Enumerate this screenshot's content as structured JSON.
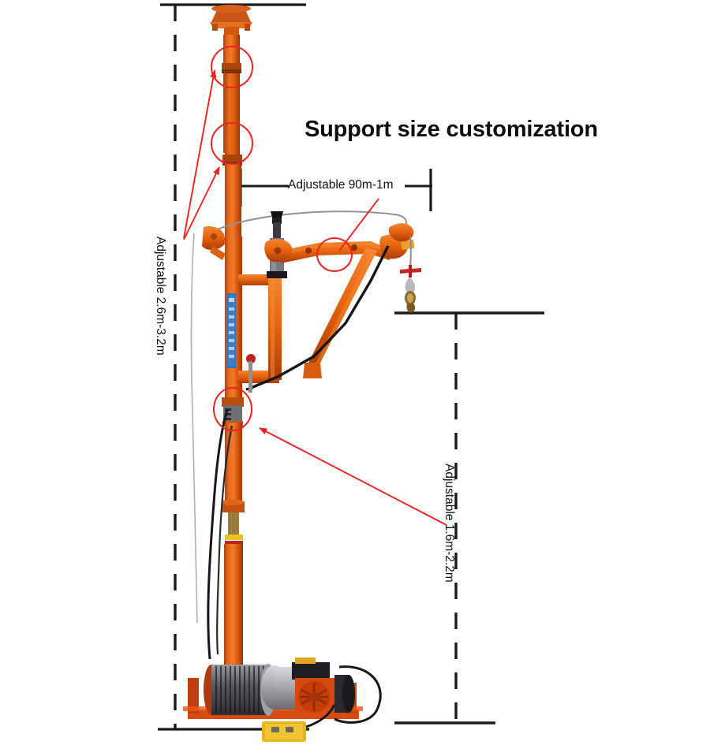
{
  "diagram": {
    "title": "Support size customization",
    "background_color": "#ffffff",
    "annotation_color": "#ee2222",
    "dimension_color": "#1a1a1a",
    "machine_color": "#e2610e"
  },
  "dimensions": {
    "horizontal_boom": {
      "label": "Adjustable 90m-1m",
      "orientation": "horizontal"
    },
    "vertical_mast": {
      "label": "Adjustable 2.6m-3.2m",
      "orientation": "vertical"
    },
    "vertical_lift": {
      "label": "Adjustable 1.6m-2.2m",
      "orientation": "vertical"
    }
  },
  "callouts": [
    {
      "name": "upper-mast-joint",
      "shape": "circle"
    },
    {
      "name": "middle-mast-joint",
      "shape": "circle"
    },
    {
      "name": "boom-pin-joint",
      "shape": "circle"
    },
    {
      "name": "lower-mast-joint",
      "shape": "circle"
    }
  ],
  "machine": {
    "parts": [
      "ceiling-support-pad",
      "telescoping-mast",
      "jib-boom-arm",
      "diagonal-brace",
      "hydraulic-cylinder",
      "guy-wire",
      "lifting-hook",
      "electric-winch",
      "cable-drum",
      "winch-motor",
      "pendant-control",
      "base-frame",
      "brand-decal"
    ]
  }
}
